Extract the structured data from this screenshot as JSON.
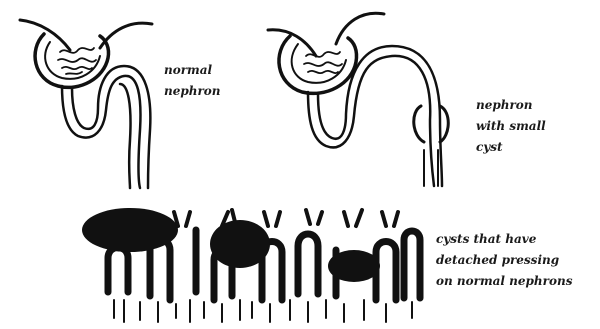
{
  "labels": {
    "normal_nephron": [
      "normal",
      "nephron"
    ],
    "small_cyst": [
      "nephron",
      "with small",
      "cyst"
    ],
    "detached_cysts": [
      "cysts that have",
      "detached pressing",
      "on normal nephrons"
    ]
  },
  "colors": {
    "ink": "#111111",
    "paper": "#ffffff"
  }
}
